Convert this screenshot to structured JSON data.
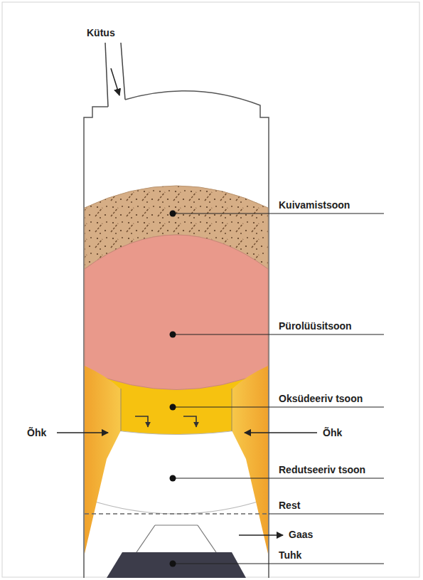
{
  "diagram": {
    "labels": [
      "Kütus",
      "Kuivamistsoon",
      "Pürolüüsitsoon",
      "Oksüdeeriv tsoon",
      "Õhk",
      "Õhk",
      "Redutseeriv tsoon",
      "Rest",
      "Gaas",
      "Tuhk"
    ]
  }
}
